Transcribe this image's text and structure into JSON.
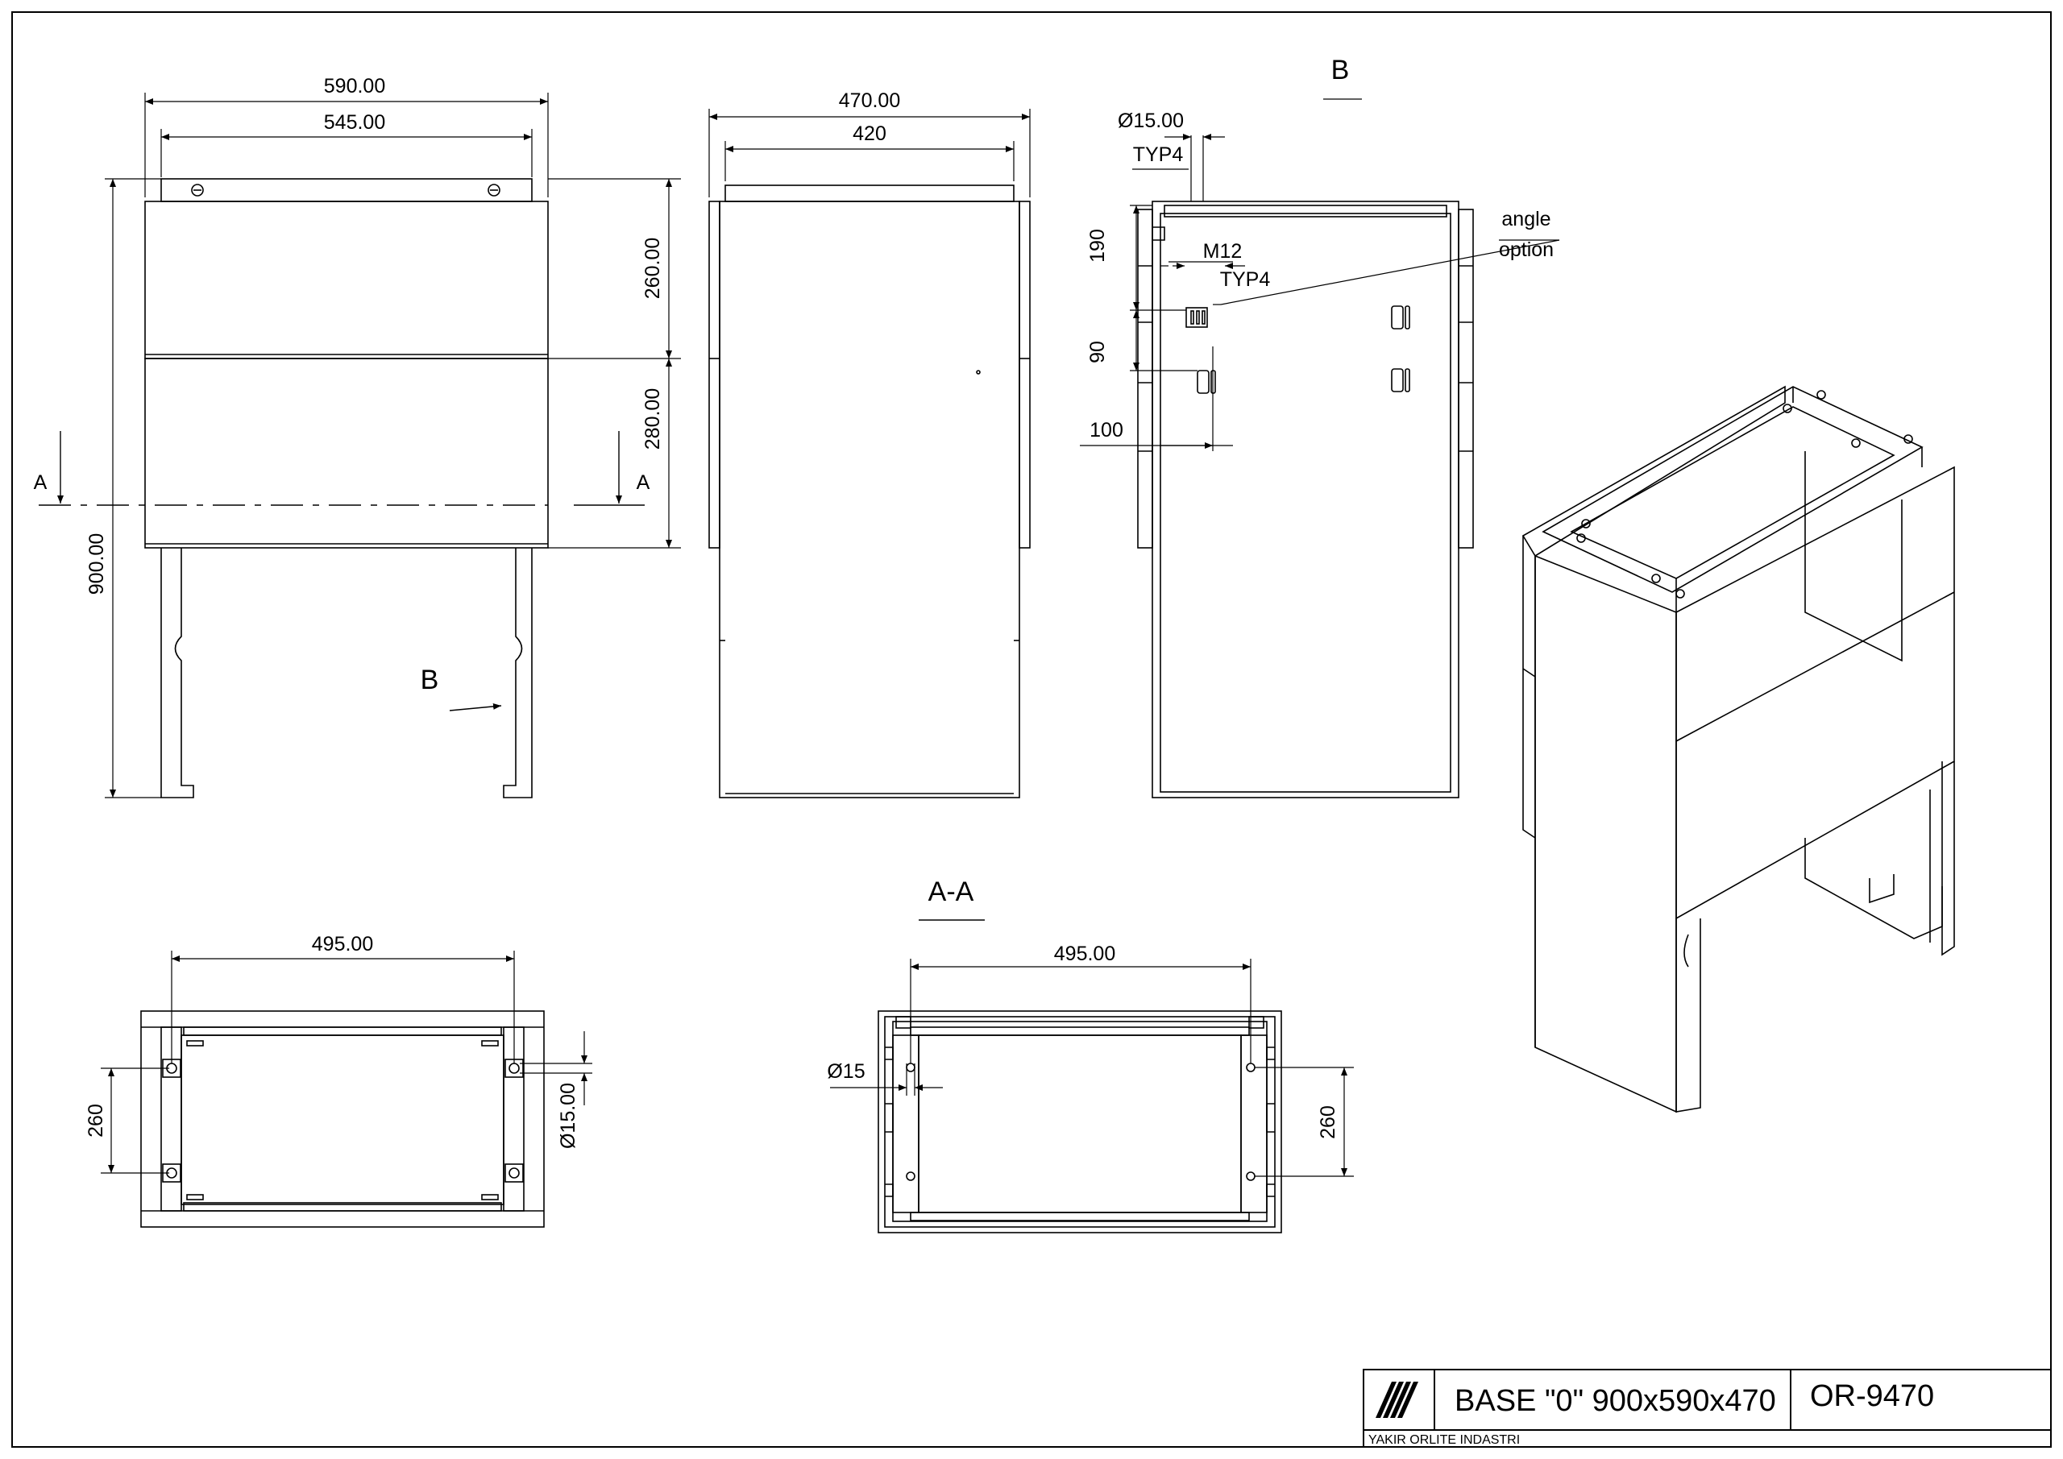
{
  "front_view": {
    "width_overall": "590.00",
    "width_inner": "545.00",
    "height_total": "900.00",
    "height_upper": "260.00",
    "height_lower": "280.00",
    "section_label_left": "A",
    "section_label_right": "A",
    "view_arrow_label": "B"
  },
  "side_view": {
    "depth_overall": "470.00",
    "depth_inner": "420"
  },
  "view_b": {
    "title": "B",
    "hole_dia": "Ø15.00",
    "hole_typ": "TYP4",
    "thread": "M12",
    "thread_typ": "TYP4",
    "dim_190": "190",
    "dim_90": "90",
    "dim_100": "100",
    "note_line1": "angle",
    "note_line2": "option"
  },
  "top_view": {
    "width": "495.00",
    "depth": "260",
    "hole_dia": "Ø15.00"
  },
  "section_aa": {
    "title": "A-A",
    "width": "495.00",
    "depth": "260",
    "hole_dia": "Ø15"
  },
  "title_block": {
    "description": "BASE \"0\" 900x590x470",
    "part_number": "OR-9470",
    "company": "YAKIR ORLITE INDASTRI"
  }
}
